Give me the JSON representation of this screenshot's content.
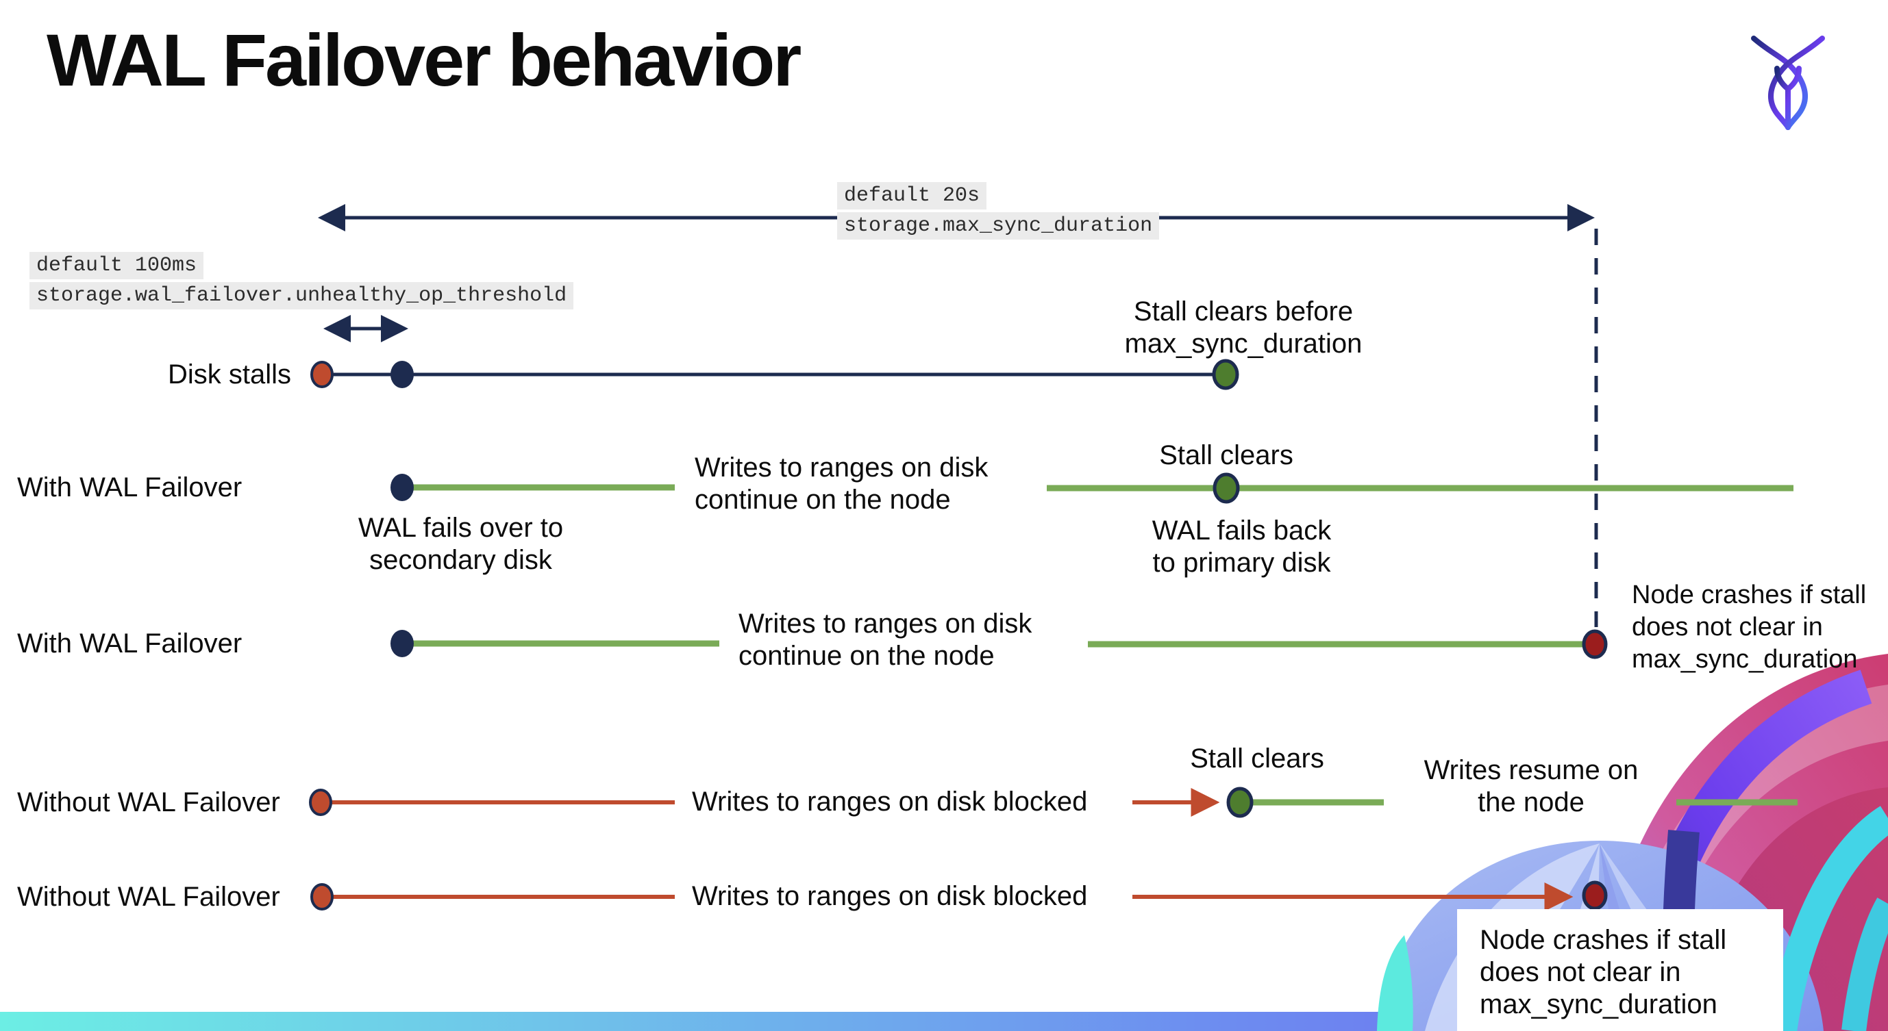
{
  "title": "WAL Failover behavior",
  "config_labels": {
    "max_sync": {
      "line1": "default 20s",
      "line2": "storage.max_sync_duration"
    },
    "unhealthy_op": {
      "line1": "default 100ms",
      "line2": "storage.wal_failover.unhealthy_op_threshold"
    }
  },
  "rows": [
    {
      "label": "Disk stalls"
    },
    {
      "label": "With WAL Failover"
    },
    {
      "label": "With WAL Failover"
    },
    {
      "label": "Without WAL Failover"
    },
    {
      "label": "Without WAL Failover"
    }
  ],
  "annotations": {
    "stall_clears_before": "Stall clears before\nmax_sync_duration",
    "stall_clears": "Stall clears",
    "wal_fails_over": "WAL fails over to\nsecondary disk",
    "wal_fails_back": "WAL fails  back\nto primary disk",
    "writes_continue": "Writes to ranges on disk\ncontinue on the node",
    "writes_blocked": "Writes to ranges on disk  blocked",
    "writes_resume": "Writes resume on\nthe node",
    "node_crashes": "Node crashes if stall\ndoes not clear in\nmax_sync_duration"
  },
  "colors": {
    "navy": "#1d2b4f",
    "red": "#bf4b2e",
    "dark_red": "#9b1d1d",
    "green_line": "#7aab57",
    "green_dot": "#4e7d2e",
    "code_background": "#ebebeb",
    "bar_gradient_left": "#6ceee4",
    "bar_gradient_right": "#6e5ff2",
    "artwork_pink": "#cc3d72",
    "artwork_purple": "#5e2fd6",
    "artwork_cyan": "#43d4e7",
    "artwork_light_blue": "#9fb0f0"
  }
}
